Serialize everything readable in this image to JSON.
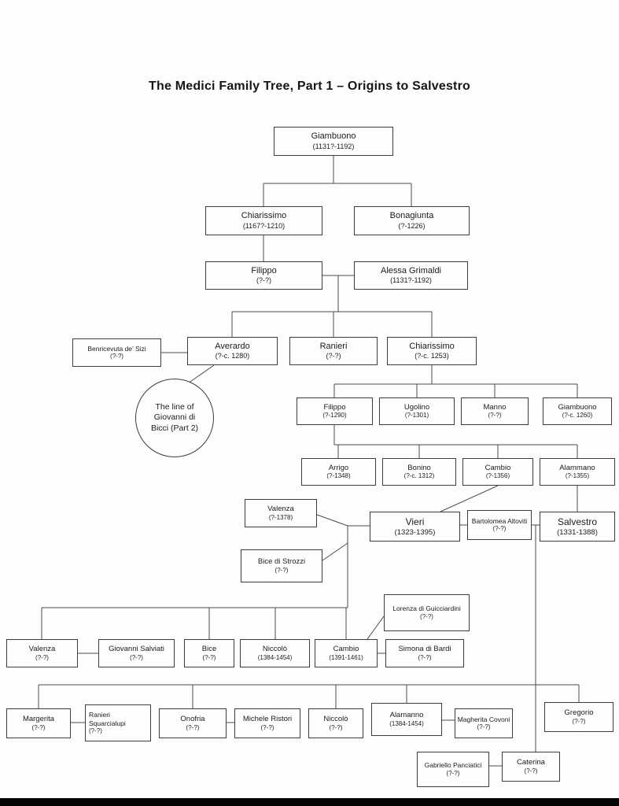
{
  "page": {
    "title": "The Medici Family Tree, Part 1 – Origins to Salvestro"
  },
  "circle": {
    "text": "The line of Giovanni di Bicci (Part 2)"
  },
  "nodes": {
    "giambuono1": {
      "name": "Giambuono",
      "dates": "(1131?-1192)"
    },
    "chiarissimo1": {
      "name": "Chiarissimo",
      "dates": "(1167?-1210)"
    },
    "bonagiunta": {
      "name": "Bonagiunta",
      "dates": "(?-1226)"
    },
    "filippo1": {
      "name": "Filippo",
      "dates": "(?-?)"
    },
    "alessa": {
      "name": "Alessa Grimaldi",
      "dates": "(1131?-1192)"
    },
    "benricevuta": {
      "name": "Benricevuta de’ Sizi",
      "dates": "(?-?)"
    },
    "averardo": {
      "name": "Averardo",
      "dates": "(?-c. 1280)"
    },
    "ranieri1": {
      "name": "Ranieri",
      "dates": "(?-?)"
    },
    "chiarissimo2": {
      "name": "Chiarissimo",
      "dates": "(?-c. 1253)"
    },
    "filippo2": {
      "name": "Filippo",
      "dates": "(?-1290)"
    },
    "ugolino": {
      "name": "Ugolino",
      "dates": "(?-1301)"
    },
    "manno": {
      "name": "Manno",
      "dates": "(?-?)"
    },
    "giambuono2": {
      "name": "Giambuono",
      "dates": "(?-c. 1260)"
    },
    "arrigo": {
      "name": "Arrigo",
      "dates": "(?-1348)"
    },
    "bonino": {
      "name": "Bonino",
      "dates": "(?-c. 1312)"
    },
    "cambio1": {
      "name": "Cambio",
      "dates": "(?-1356)"
    },
    "alammano": {
      "name": "Alammano",
      "dates": "(?-1355)"
    },
    "valenza1": {
      "name": "Valenza",
      "dates": "(?-1378)"
    },
    "vieri": {
      "name": "Vieri",
      "dates": "(1323-1395)"
    },
    "bartolomea": {
      "name": "Bartolomea Altoviti",
      "dates": "(?-?)"
    },
    "salvestro": {
      "name": "Salvestro",
      "dates": "(1331-1388)"
    },
    "biceStrozzi": {
      "name": "Bice di Strozzi",
      "dates": "(?-?)"
    },
    "lorenza": {
      "name": "Lorenza di Guicciardini",
      "dates": "(?-?)"
    },
    "valenza2": {
      "name": "Valenza",
      "dates": "(?-?)"
    },
    "giovanniSalviati": {
      "name": "Giovanni Salviati",
      "dates": "(?-?)"
    },
    "bice": {
      "name": "Bice",
      "dates": "(?-?)"
    },
    "niccolo1": {
      "name": "Niccolò",
      "dates": "(1384-1454)"
    },
    "cambio2": {
      "name": "Cambio",
      "dates": "(1391-1461)"
    },
    "simona": {
      "name": "Simona di Bardi",
      "dates": "(?-?)"
    },
    "margerita": {
      "name": "Margerita",
      "dates": "(?-?)"
    },
    "ranieriSquarcialupi": {
      "name": "Ranieri Squarcialupi",
      "dates": "(?-?)"
    },
    "onofria": {
      "name": "Onofria",
      "dates": "(?-?)"
    },
    "michele": {
      "name": "Michele Ristori",
      "dates": "(?-?)"
    },
    "niccolo2": {
      "name": "Niccolò",
      "dates": "(?-?)"
    },
    "alamanno2": {
      "name": "Alamanno",
      "dates": "(1384-1454)"
    },
    "magheritaCovoni": {
      "name": "Magherita Covoni",
      "dates": "(?-?)"
    },
    "gregorio": {
      "name": "Gregorio",
      "dates": "(?-?)"
    },
    "gabriello": {
      "name": "Gabriello Panciatici",
      "dates": "(?-?)"
    },
    "caterina": {
      "name": "Caterina",
      "dates": "(?-?)"
    }
  }
}
